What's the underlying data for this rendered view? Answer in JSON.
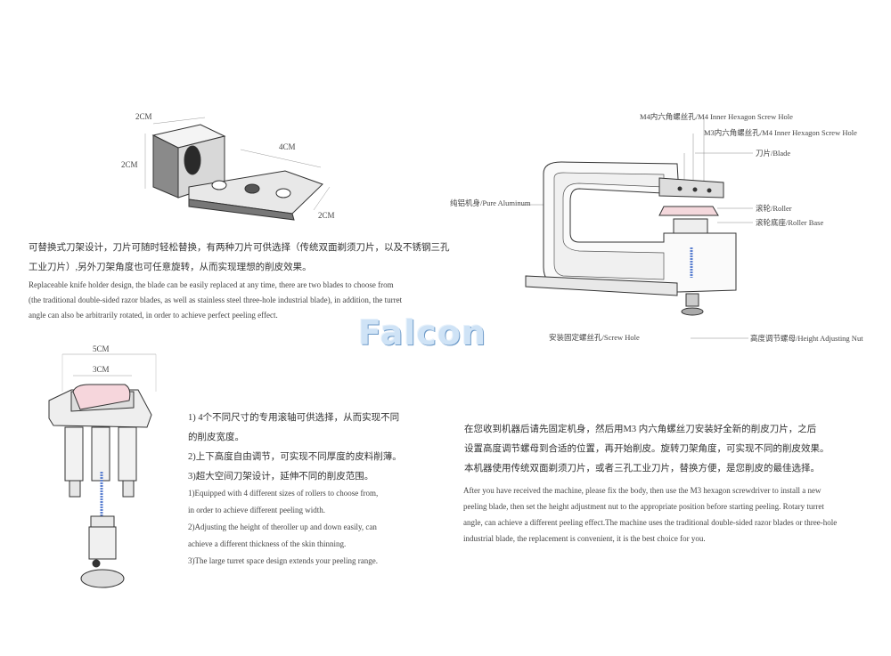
{
  "watermark": "Falcon",
  "blade_dims": {
    "d1": "2CM",
    "d2": "2CM",
    "d3": "4CM",
    "d4": "2CM"
  },
  "blade_desc": {
    "cn1": "可替换式刀架设计，刀片可随时轻松替换，有两种刀片可供选择（传统双面剃须刀片，以及不锈钢三孔",
    "cn2": "工业刀片）,另外刀架角度也可任意旋转，从而实现理想的削皮效果。",
    "en1": "Replaceable knife holder design, the blade can be easily replaced at any time, there are two blades to choose from",
    "en2": "(the traditional double-sided razor blades, as well as stainless steel three-hole industrial blade), in addition, the turret",
    "en3": "angle can also be arbitrarily rotated, in order to achieve perfect peeling effect."
  },
  "machine_labels": {
    "m4": "M4内六角螺丝孔/M4 Inner Hexagon Screw Hole",
    "m3": "M3内六角螺丝孔/M4 Inner Hexagon Screw Hole",
    "blade": "刀片/Blade",
    "aluminum": "纯铝机身/Pure Aluminum",
    "roller": "滚轮/Roller",
    "roller_base": "滚轮底座/Roller Base",
    "screw_hole": "安装固定螺丝孔/Screw Hole",
    "height_nut": "高度调节螺母/Height Adjusting Nut"
  },
  "roller_dims": {
    "outer": "5CM",
    "inner": "3CM"
  },
  "features": {
    "cn1": "1) 4个不同尺寸的专用滚轴可供选择，从而实现不同",
    "cn1b": "的削皮宽度。",
    "cn2": "2)上下高度自由调节，可实现不同厚度的皮料削薄。",
    "cn3": "3)超大空间刀架设计，延伸不同的削皮范围。",
    "en1": "1)Equipped with 4 different sizes of rollers to choose from,",
    "en1b": "in order to achieve different peeling width.",
    "en2": "2)Adjusting the height of theroller up and down easily, can",
    "en2b": "achieve a different thickness of the skin thinning.",
    "en3": "3)The large turret space design extends your peeling range."
  },
  "instructions": {
    "cn1": "在您收到机器后请先固定机身，然后用M3 内六角螺丝刀安装好全新的削皮刀片，之后",
    "cn2": "设置高度调节螺母到合适的位置，再开始削皮。旋转刀架角度，可实现不同的削皮效果。",
    "cn3": "本机器使用传统双面剃须刀片，或者三孔工业刀片，替换方便，是您削皮的最佳选择。",
    "en1": "After you have received the machine, please fix the body, then use the M3 hexagon screwdriver to install a new",
    "en2": "peeling blade, then set the height adjustment nut to the appropriate position before starting peeling. Rotary turret",
    "en3": "angle, can achieve a different peeling effect.The machine uses the traditional double-sided razor blades or three-hole",
    "en4": "industrial blade, the replacement is convenient, it is  the best choice for you."
  }
}
